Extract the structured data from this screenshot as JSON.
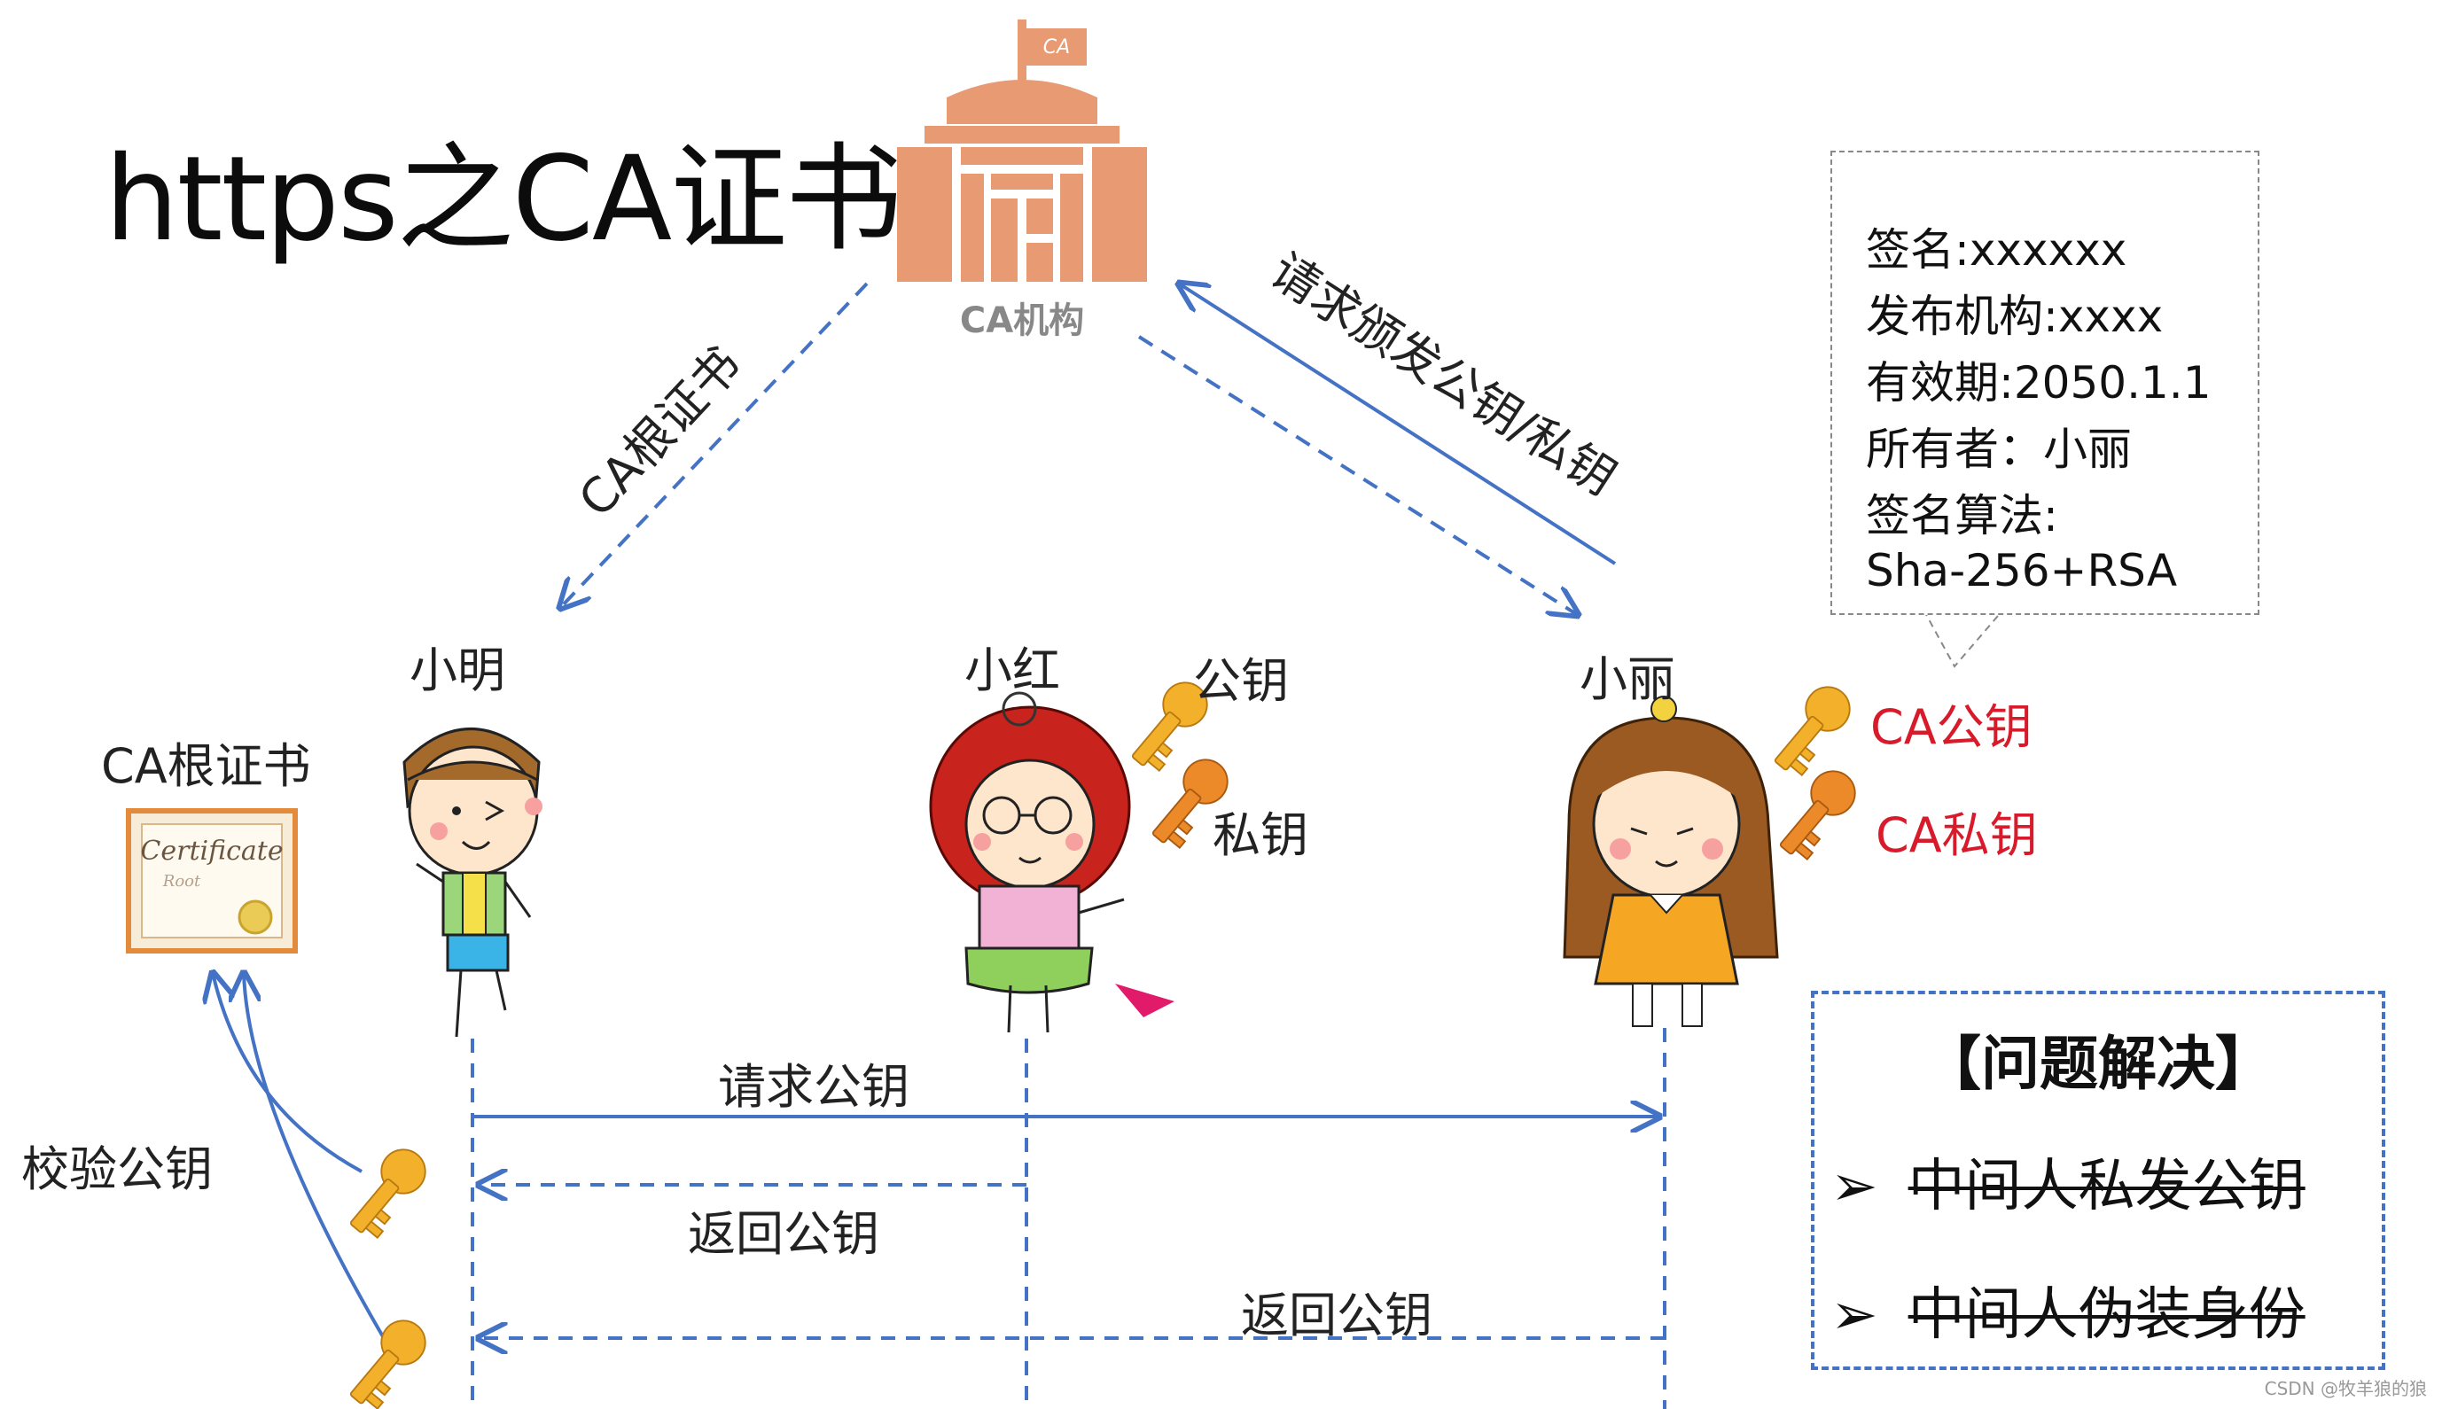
{
  "title": "https之CA证书",
  "ca_org": {
    "flag": "CA",
    "label": "CA机构"
  },
  "edges": {
    "ca_root_cert": "CA根证书",
    "request_issue": "请求颁发公钥/私钥",
    "request_pubkey": "请求公钥",
    "return_pubkey_1": "返回公钥",
    "return_pubkey_2": "返回公钥",
    "verify_pubkey": "校验公钥"
  },
  "actors": {
    "xiaoming": "小明",
    "xiaohong": "小红",
    "xiaoli": "小丽"
  },
  "root_cert": {
    "label": "CA根证书",
    "line1": "Certificate",
    "line2": "Root"
  },
  "xiaohong_keys": {
    "public": "公钥",
    "private": "私钥"
  },
  "xiaoli_keys": {
    "public": "CA公钥",
    "private": "CA私钥"
  },
  "certificate": {
    "signature": "签名:xxxxxx",
    "issuer": "发布机构:xxxx",
    "validity": "有效期:2050.1.1",
    "owner": "所有者：小丽",
    "algo_label": "签名算法:",
    "algo_value": "Sha-256+RSA"
  },
  "resolution": {
    "title": "【问题解决】",
    "bullet": "➢",
    "items": [
      "中间人私发公钥",
      "中间人伪装身份"
    ]
  },
  "watermark": "CSDN @牧羊狼的狼",
  "colors": {
    "arrow": "#4472c4",
    "accent_red": "#d81b2a",
    "building": "#e89a72",
    "key_gold": "#f3b12b",
    "key_orange": "#ec8a2a"
  }
}
